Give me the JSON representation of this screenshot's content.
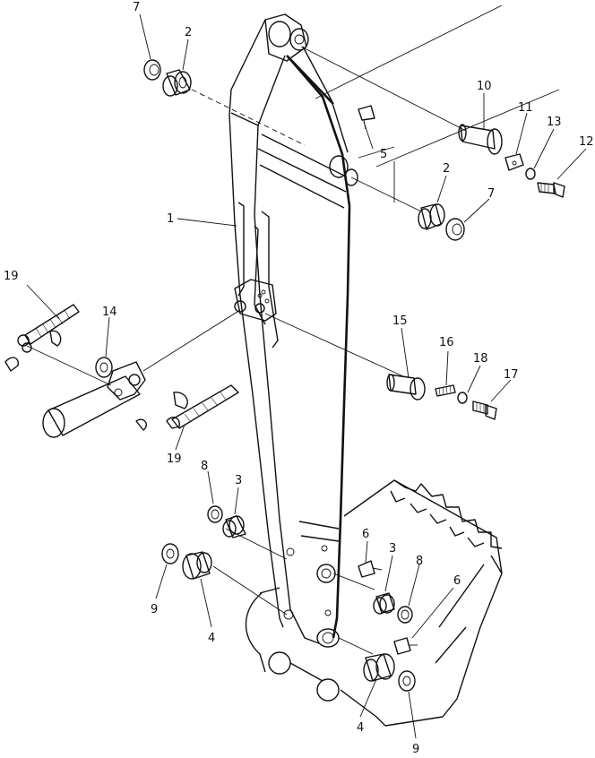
{
  "callouts": [
    {
      "id": "c1",
      "label": "1"
    },
    {
      "id": "c2a",
      "label": "2"
    },
    {
      "id": "c2b",
      "label": "2"
    },
    {
      "id": "c3a",
      "label": "3"
    },
    {
      "id": "c3b",
      "label": "3"
    },
    {
      "id": "c4a",
      "label": "4"
    },
    {
      "id": "c4b",
      "label": "4"
    },
    {
      "id": "c5",
      "label": "5"
    },
    {
      "id": "c6a",
      "label": "6"
    },
    {
      "id": "c6b",
      "label": "6"
    },
    {
      "id": "c7a",
      "label": "7"
    },
    {
      "id": "c7b",
      "label": "7"
    },
    {
      "id": "c8a",
      "label": "8"
    },
    {
      "id": "c8b",
      "label": "8"
    },
    {
      "id": "c9a",
      "label": "9"
    },
    {
      "id": "c9b",
      "label": "9"
    },
    {
      "id": "c10",
      "label": "10"
    },
    {
      "id": "c11",
      "label": "11"
    },
    {
      "id": "c12",
      "label": "12"
    },
    {
      "id": "c13",
      "label": "13"
    },
    {
      "id": "c14",
      "label": "14"
    },
    {
      "id": "c15",
      "label": "15"
    },
    {
      "id": "c16",
      "label": "16"
    },
    {
      "id": "c17",
      "label": "17"
    },
    {
      "id": "c18",
      "label": "18"
    },
    {
      "id": "c19a",
      "label": "19"
    },
    {
      "id": "c19b",
      "label": "19"
    }
  ]
}
